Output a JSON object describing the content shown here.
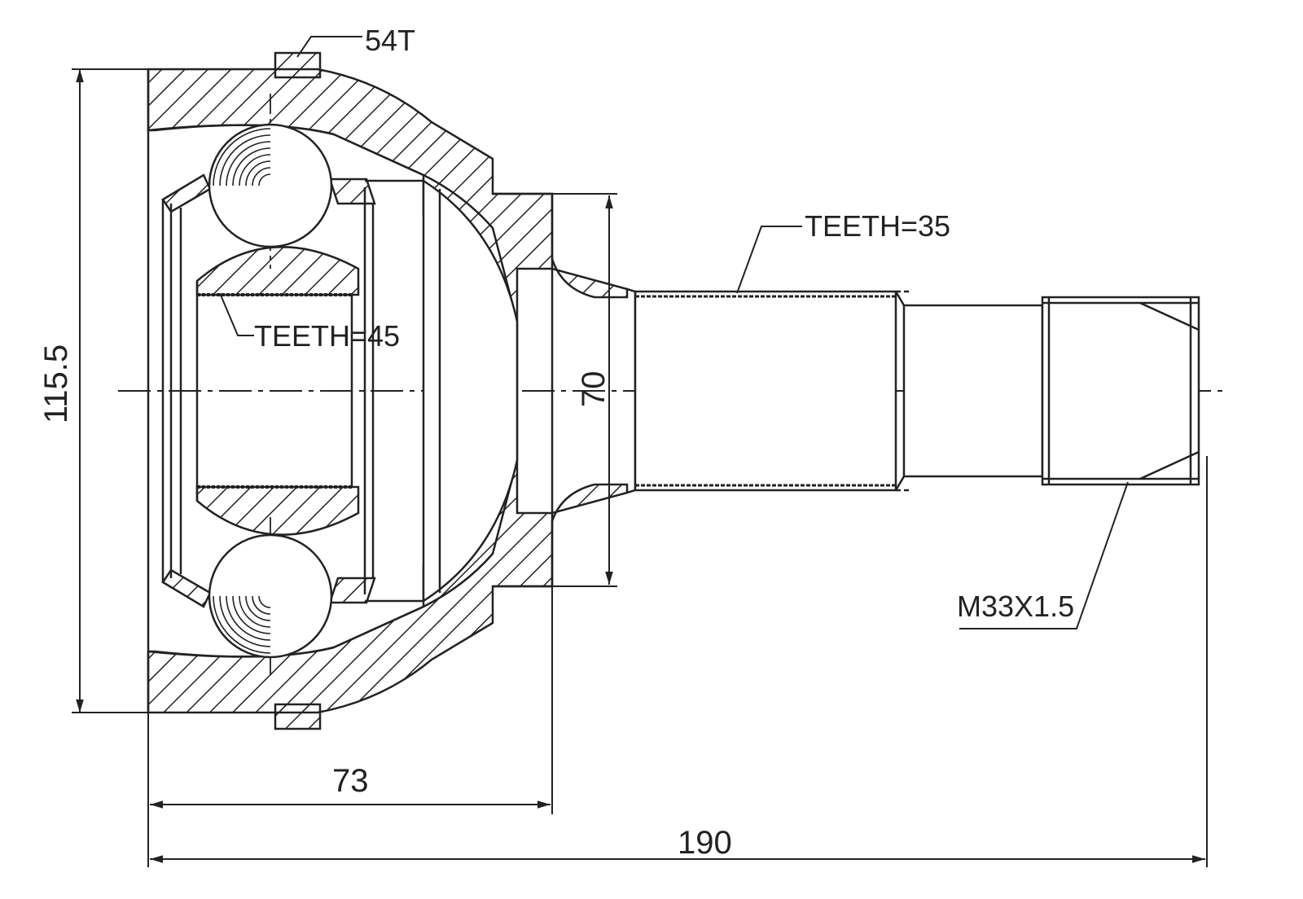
{
  "drawing": {
    "labels": {
      "gear_teeth": "54T",
      "inner_teeth": "TEETH=45",
      "shaft_teeth": "TEETH=35",
      "thread": "M33X1.5"
    },
    "dimensions": {
      "overall_height": "115.5",
      "bell_length": "73",
      "overall_length": "190",
      "flange_diameter": "70"
    }
  },
  "colors": {
    "line": "#222222",
    "background": "#ffffff"
  }
}
